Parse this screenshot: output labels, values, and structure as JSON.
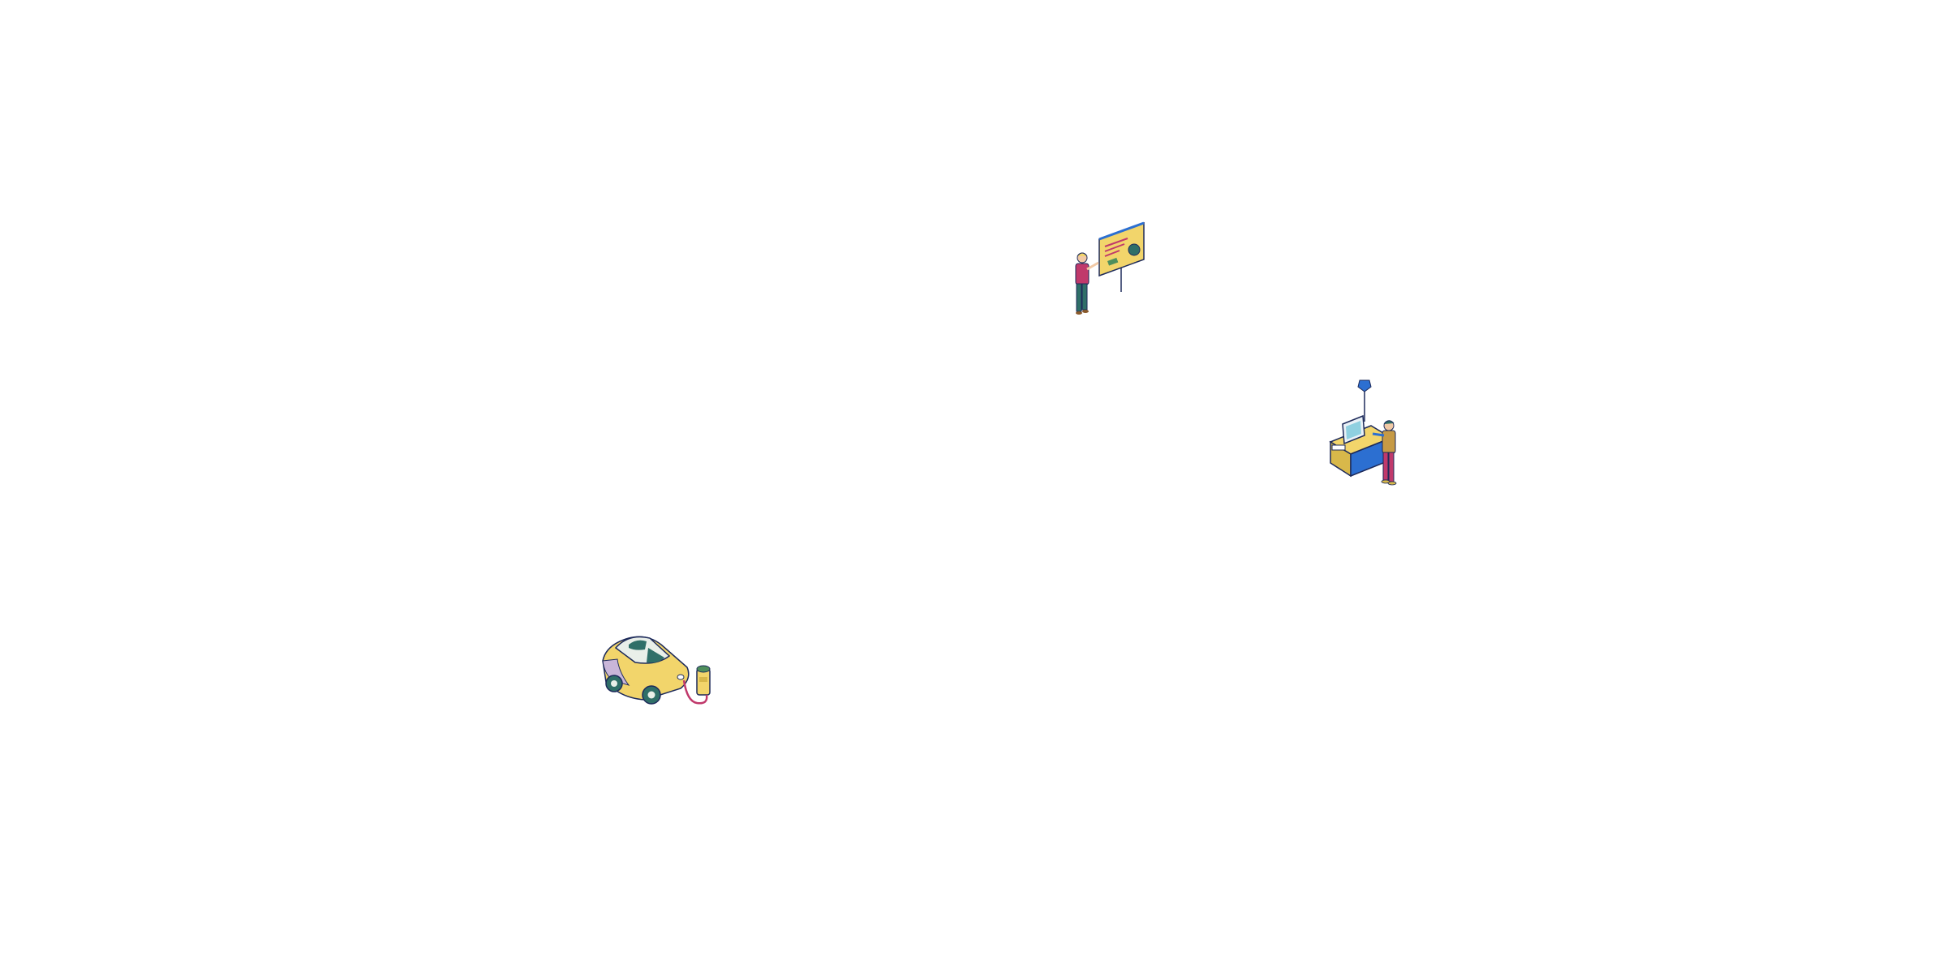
{
  "page": {
    "background": "#ffffff"
  },
  "illustrations": [
    {
      "name": "presenter-with-board",
      "icon": "person-presenting-board-icon"
    },
    {
      "name": "kiosk-user",
      "icon": "person-at-kiosk-icon"
    },
    {
      "name": "electric-car-charging",
      "icon": "ev-charging-icon"
    }
  ],
  "palette": {
    "outline": "#1d2a5a",
    "yellow": "#f2d56b",
    "mustard": "#d8b84a",
    "teal": "#2f6f68",
    "green": "#4f8f5c",
    "magenta": "#c0396b",
    "blue": "#2c6fd1",
    "lavender": "#c9b6d9",
    "skin": "#f1c9a5",
    "brown": "#8a5a2b"
  }
}
